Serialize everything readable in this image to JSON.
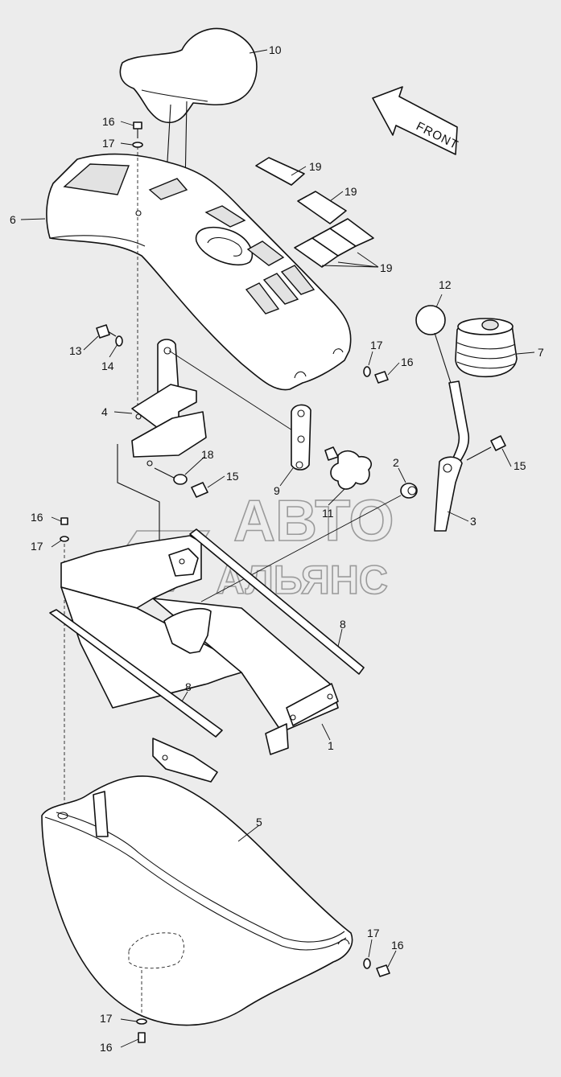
{
  "diagram": {
    "front_label": "FRONT",
    "watermark": {
      "line1": "АВТО",
      "line2": "АЛЬЯНС"
    },
    "callouts": {
      "c10": "10",
      "c16a": "16",
      "c17a": "17",
      "c6": "6",
      "c19a": "19",
      "c19b": "19",
      "c19c": "19",
      "c12": "12",
      "c7": "7",
      "c13": "13",
      "c14": "14",
      "c17b": "17",
      "c16b": "16",
      "c4": "4",
      "c18": "18",
      "c15a": "15",
      "c2": "2",
      "c15b": "15",
      "c9": "9",
      "c11": "11",
      "c3": "3",
      "c16c": "16",
      "c17c": "17",
      "c8a": "8",
      "c8b": "8",
      "c1": "1",
      "c5": "5",
      "c17d": "17",
      "c16d": "16",
      "c17e": "17",
      "c16e": "16"
    }
  }
}
